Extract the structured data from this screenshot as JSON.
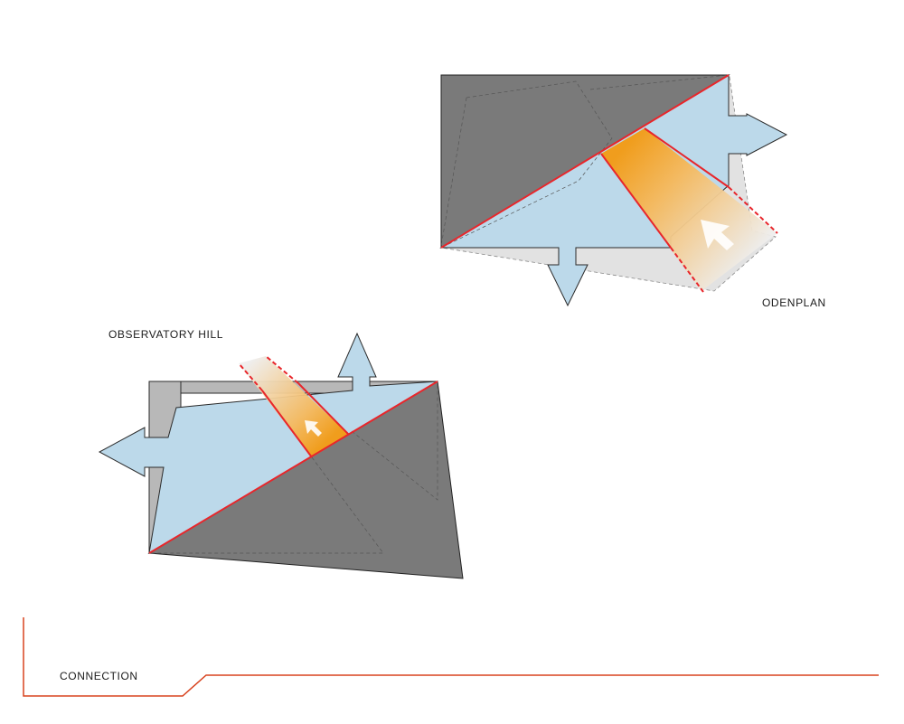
{
  "labels": {
    "odenplan": "ODENPLAN",
    "observatory_hill": "OBSERVATORY HILL",
    "connection": "CONNECTION"
  },
  "colors": {
    "background": "#ffffff",
    "dark_gray": "#7a7a7a",
    "mid_gray": "#b8b8b8",
    "light_blue": "#bcd9ea",
    "light_gray_beam": "#e6e6e6",
    "orange": "#f5a01d",
    "red_line": "#e8262b",
    "frame_line": "#d8431f",
    "outline": "#2b2b2b"
  },
  "icons": {
    "arrows": "arrow-icon",
    "cursor": "cursor-arrow-icon"
  }
}
